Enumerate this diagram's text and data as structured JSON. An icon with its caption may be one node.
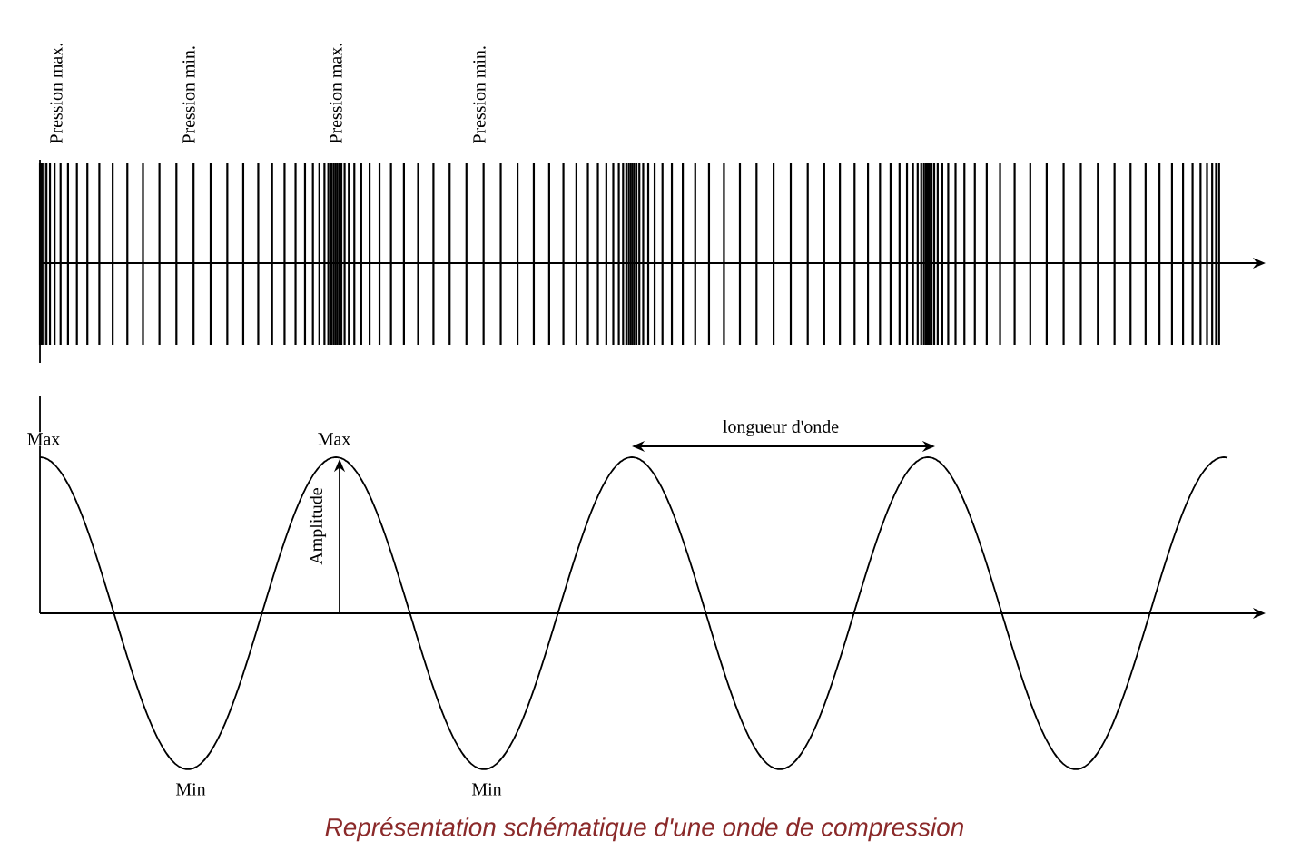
{
  "diagram": {
    "caption": "Représentation schématique d'une onde de compression",
    "labels": [
      "Pression max.",
      "Pression min.",
      "Pression max.",
      "Pression min.",
      "Max",
      "Max",
      "longueur d'onde",
      "Amplitude",
      "Min",
      "Min"
    ]
  }
}
